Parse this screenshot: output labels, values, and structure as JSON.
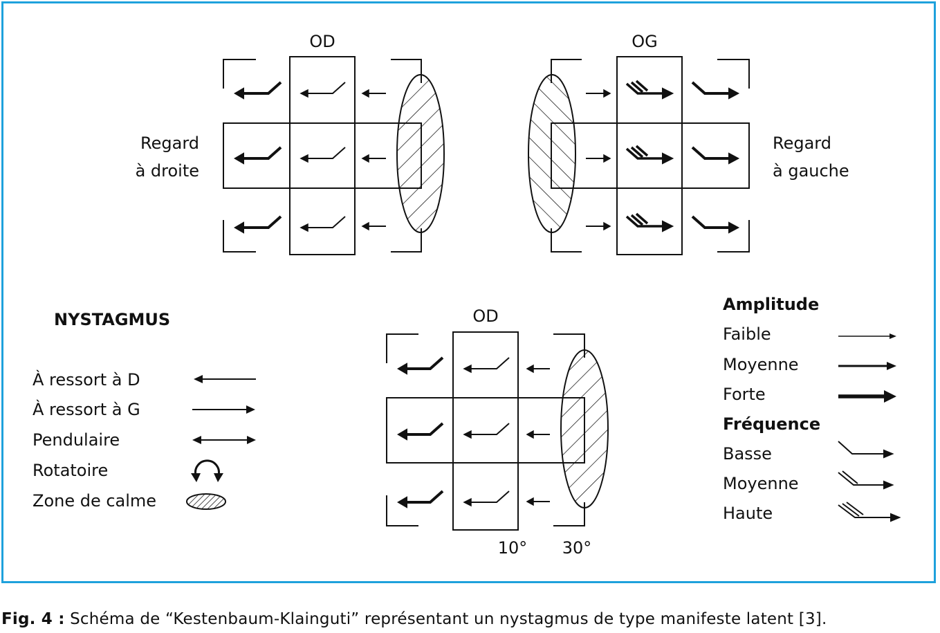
{
  "diagram": {
    "top_left": {
      "eye": "OD",
      "gaze": [
        "Regard",
        "à droite"
      ]
    },
    "top_right": {
      "eye": "OG",
      "gaze": [
        "Regard",
        "à gauche"
      ]
    },
    "bottom": {
      "eye": "OD",
      "angle_inner": "10°",
      "angle_outer": "30°"
    }
  },
  "legend_nystagmus": {
    "title": "NYSTAGMUS",
    "items": [
      {
        "label": "À ressort à D",
        "icon": "arrow-left-icon"
      },
      {
        "label": "À ressort à G",
        "icon": "arrow-right-icon"
      },
      {
        "label": "Pendulaire",
        "icon": "double-arrow-icon"
      },
      {
        "label": "Rotatoire",
        "icon": "rotation-icon"
      },
      {
        "label": "Zone de calme",
        "icon": "hatched-ellipse-icon"
      }
    ]
  },
  "legend_amplitude": {
    "title": "Amplitude",
    "items": [
      "Faible",
      "Moyenne",
      "Forte"
    ]
  },
  "legend_frequence": {
    "title": "Fréquence",
    "items": [
      "Basse",
      "Moyenne",
      "Haute"
    ]
  },
  "caption": {
    "label": "Fig. 4 :",
    "text": " Schéma de “Kestenbaum-Klainguti” représentant un nystagmus de type manifeste latent [3]."
  },
  "colors": {
    "frame": "#1ea1dc",
    "ink": "#111111"
  }
}
